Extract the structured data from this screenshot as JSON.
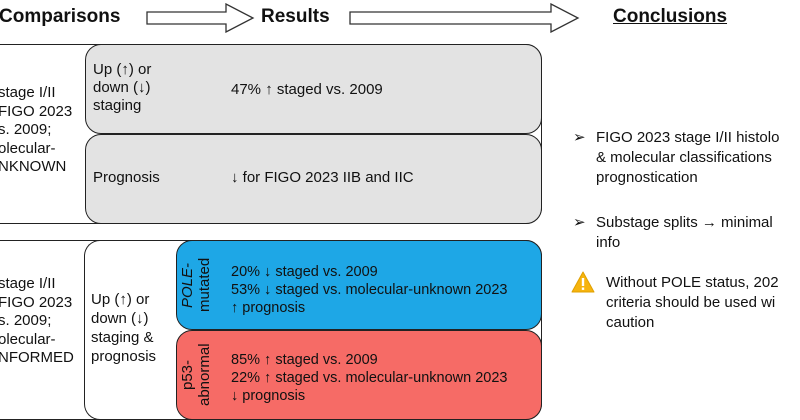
{
  "headers": {
    "comparisons": "Comparisons",
    "results": "Results",
    "conclusions": "Conclusions"
  },
  "panel1": {
    "left_label": "stage I/II\nFIGO 2023\ns. 2009;\nolecular-\nNKNOWN",
    "row1_label": "Up (↑) or\ndown (↓)\nstaging",
    "row1_result": "47% ↑ staged vs. 2009",
    "row2_label": "Prognosis",
    "row2_result": "↓ for FIGO 2023 IIB and IIC"
  },
  "panel2": {
    "left_label": "stage I/II\nFIGO 2023\ns. 2009;\nolecular-\nNFORMED",
    "middle_label": "Up (↑) or\ndown (↓)\nstaging &\nprognosis",
    "pole": {
      "tag_line1": "POLE-",
      "tag_line2": "mutated",
      "lines": [
        "20% ↓  staged vs. 2009",
        "53% ↓  staged vs. molecular-unknown 2023",
        "↑ prognosis"
      ]
    },
    "p53": {
      "tag_line1": "p53-",
      "tag_line2": "abnormal",
      "lines": [
        "85% ↑ staged vs. 2009",
        "22% ↑ staged vs. molecular-unknown 2023",
        "↓ prognosis"
      ]
    }
  },
  "conclusions": {
    "items": [
      {
        "mark": "➢",
        "text": "FIGO 2023 stage I/II histolo\n& molecular classifications\nprognostication"
      },
      {
        "mark": "➢",
        "text": "Substage splits → minimal\ninfo"
      },
      {
        "mark": "warning-icon",
        "text": "Without POLE status, 202\ncriteria should be used wi\ncaution"
      }
    ]
  },
  "colors": {
    "grey": "#e3e3e3",
    "blue": "#1ea7e6",
    "red": "#f66b66",
    "warning": "#f6b40e"
  }
}
